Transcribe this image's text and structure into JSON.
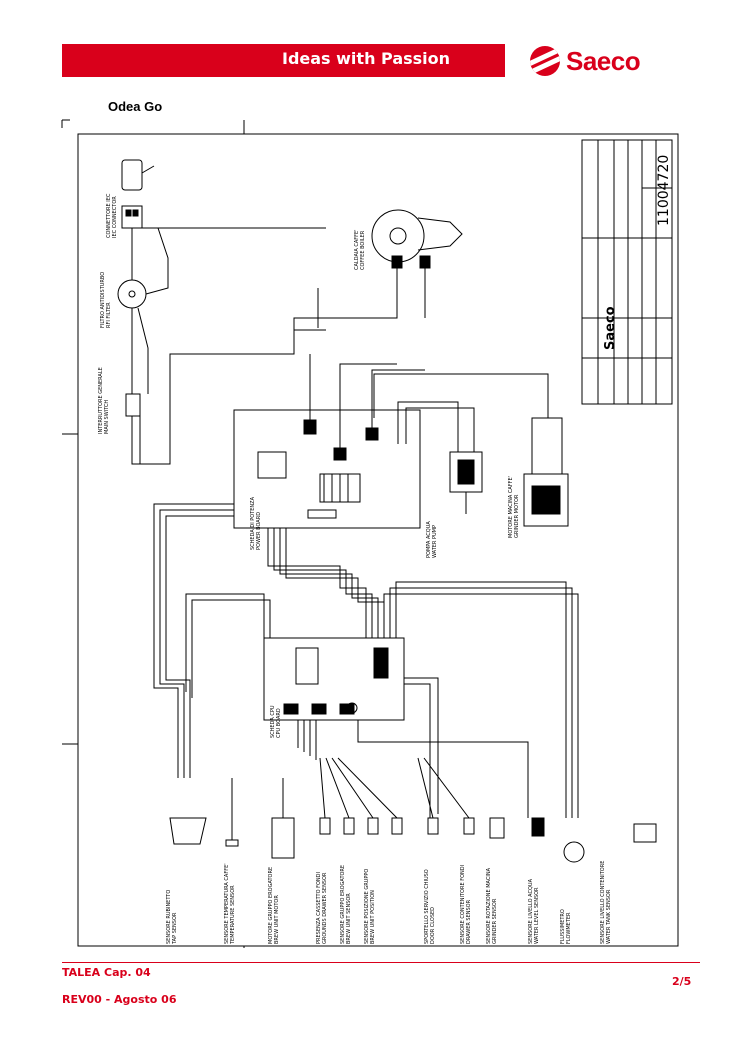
{
  "header": {
    "slogan": "Ideas with Passion",
    "brand": "Saeco",
    "accent": "#d9001b"
  },
  "page": {
    "title": "Odea Go"
  },
  "title_block": {
    "drawing_number": "11004720",
    "brand": "Saeco"
  },
  "components": [
    {
      "name": "power-connector",
      "label": "CONNETTORE IEC\nIEC CONNECTOR"
    },
    {
      "name": "rfi-filter",
      "label": "FILTRO ANTIDISTURBO\nRFI FILTER"
    },
    {
      "name": "main-switch",
      "label": "INTERRUTTORE GENERALE\nMAIN SWITCH"
    },
    {
      "name": "coffee-boiler",
      "label": "CALDAIA CAFFE'\nCOFFEE BOILER"
    },
    {
      "name": "power-board",
      "label": "SCHEDA DI POTENZA\nPOWER BOARD"
    },
    {
      "name": "water-pump",
      "label": "POMPA ACQUA\nWATER PUMP"
    },
    {
      "name": "grinder-motor",
      "label": "MOTORE MACINA CAFFE'\nGRINDER MOTOR"
    },
    {
      "name": "cpu-board",
      "label": "SCHEDA CPU\nCPU BOARD"
    }
  ],
  "sensors": [
    "SENSORE RUBINETTO\nTAP SENSOR",
    "SENSORE TEMPERATURA CAFFE'\nTEMPERATURE SENSOR",
    "MOTORE GRUPPO EROGATORE\nBREW UNIT MOTOR",
    "PRESENZA CASSETTO FONDI\nGROUNDS DRAWER SENSOR",
    "SENSORE GRUPPO EROGATORE\nBREW UNIT SENSOR",
    "SENSORE POSIZIONE GRUPPO\nBREW UNIT POSITION",
    "SPORTELLO SERVIZIO CHIUSO\nDOOR CLOSED",
    "SENSORE CONTENITORE FONDI\nDRAWER SENSOR",
    "SENSORE ROTAZIONE MACINA\nGRINDER SENSOR",
    "SENSORE LIVELLO ACQUA\nWATER LEVEL SENSOR",
    "FLUSSIMETRO\nFLOWMETER",
    "SENSORE LIVELLO CONTENITORE\nWATER TANK SENSOR"
  ],
  "footer": {
    "chapter": "TALEA Cap. 04",
    "revision": "REV00  - Agosto 06",
    "page": "2/5"
  }
}
